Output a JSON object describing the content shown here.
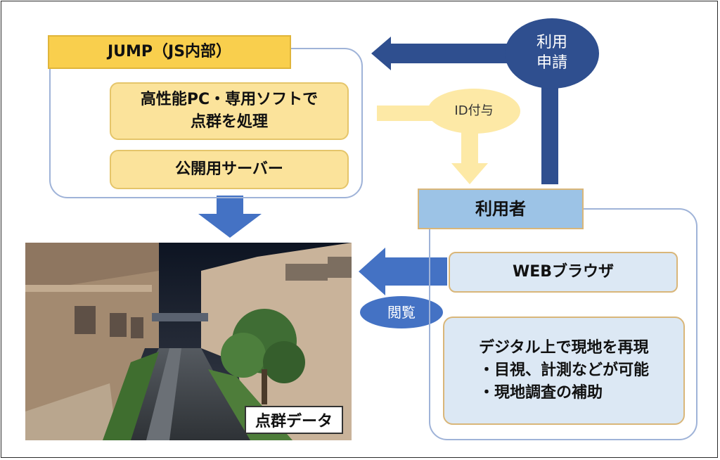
{
  "jump_group": {
    "title": "JUMP（JS内部）",
    "processing": "高性能PC・専用ソフトで\n点群を処理",
    "server": "公開用サーバー"
  },
  "user_group": {
    "title": "利用者",
    "browser": "WEBブラウザ",
    "features": "デジタル上で現地を再現\n・目視、計測などが可能\n・現地調査の補助"
  },
  "labels": {
    "apply": "利用\n申請",
    "id_grant": "ID付与",
    "view": "閲覧",
    "point_cloud": "点群データ"
  },
  "colors": {
    "yellow_header": "#f9cf4d",
    "yellow_box": "#fbe39b",
    "blue_header": "#9cc3e6",
    "blue_box": "#dce8f4",
    "navy_arrow": "#2f4f8f",
    "blue_arrow": "#4472c4",
    "light_yellow_arrow": "#fde9a6"
  }
}
